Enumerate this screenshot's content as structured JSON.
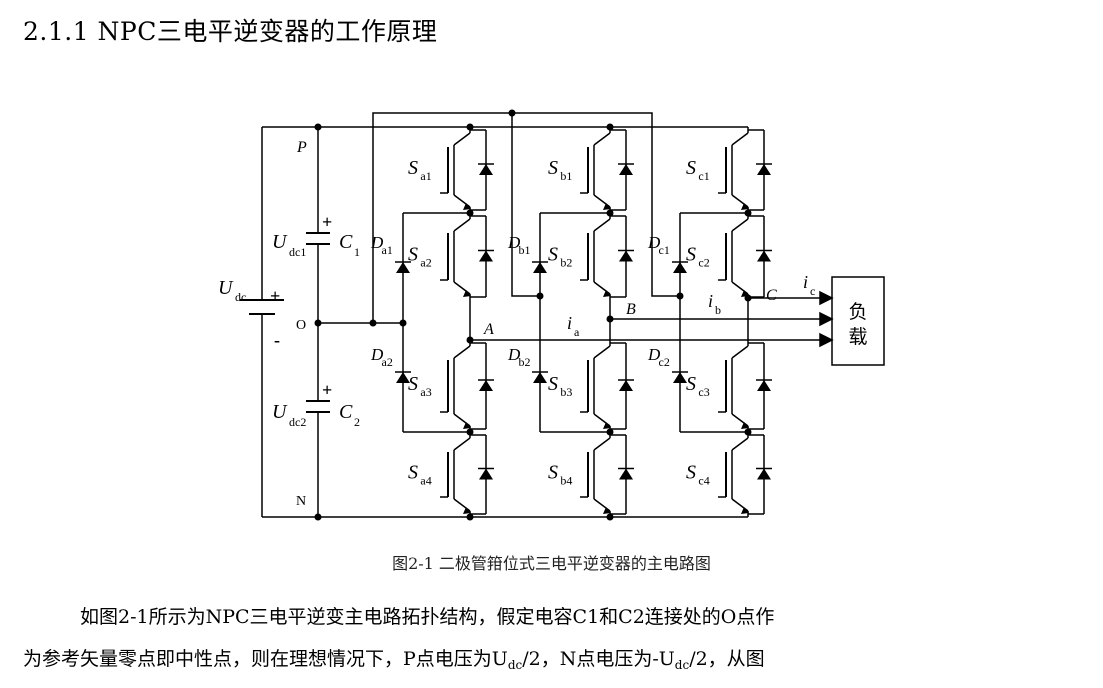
{
  "section_heading": "2.1.1 NPC三电平逆变器的工作原理",
  "figure": {
    "caption": "图2-1  二极管箝位式三电平逆变器的主电路图",
    "nodes": {
      "p": "P",
      "o": "O",
      "n": "N",
      "a": "A",
      "b": "B",
      "c": "C"
    },
    "source": {
      "main": "U",
      "sub": "dc",
      "plus": "+",
      "minus": "-"
    },
    "capacitors": [
      {
        "v_main": "U",
        "v_sub": "dc1",
        "c_main": "C",
        "c_sub": "1",
        "plus": "+"
      },
      {
        "v_main": "U",
        "v_sub": "dc2",
        "c_main": "C",
        "c_sub": "2",
        "plus": "+"
      }
    ],
    "switches": [
      {
        "main": "S",
        "sub": "a1"
      },
      {
        "main": "S",
        "sub": "a2"
      },
      {
        "main": "S",
        "sub": "a3"
      },
      {
        "main": "S",
        "sub": "a4"
      },
      {
        "main": "S",
        "sub": "b1"
      },
      {
        "main": "S",
        "sub": "b2"
      },
      {
        "main": "S",
        "sub": "b3"
      },
      {
        "main": "S",
        "sub": "b4"
      },
      {
        "main": "S",
        "sub": "c1"
      },
      {
        "main": "S",
        "sub": "c2"
      },
      {
        "main": "S",
        "sub": "c3"
      },
      {
        "main": "S",
        "sub": "c4"
      }
    ],
    "clamp_diodes": [
      {
        "main": "D",
        "sub": "a1"
      },
      {
        "main": "D",
        "sub": "a2"
      },
      {
        "main": "D",
        "sub": "b1"
      },
      {
        "main": "D",
        "sub": "b2"
      },
      {
        "main": "D",
        "sub": "c1"
      },
      {
        "main": "D",
        "sub": "c2"
      }
    ],
    "currents": [
      {
        "main": "i",
        "sub": "a"
      },
      {
        "main": "i",
        "sub": "b"
      },
      {
        "main": "i",
        "sub": "c"
      }
    ],
    "load": {
      "line1": "负",
      "line2": "载"
    }
  },
  "paragraph": {
    "line1": "如图2-1所示为NPC三电平逆变主电路拓扑结构，假定电容C1和C2连接处的O点作",
    "line2_a": "为参考矢量零点即中性点，则在理想情况下，P点电压为U",
    "line2_b": "dc",
    "line2_c": "/2，N点电压为-U",
    "line2_d": "dc",
    "line2_e": "/2，从图"
  }
}
